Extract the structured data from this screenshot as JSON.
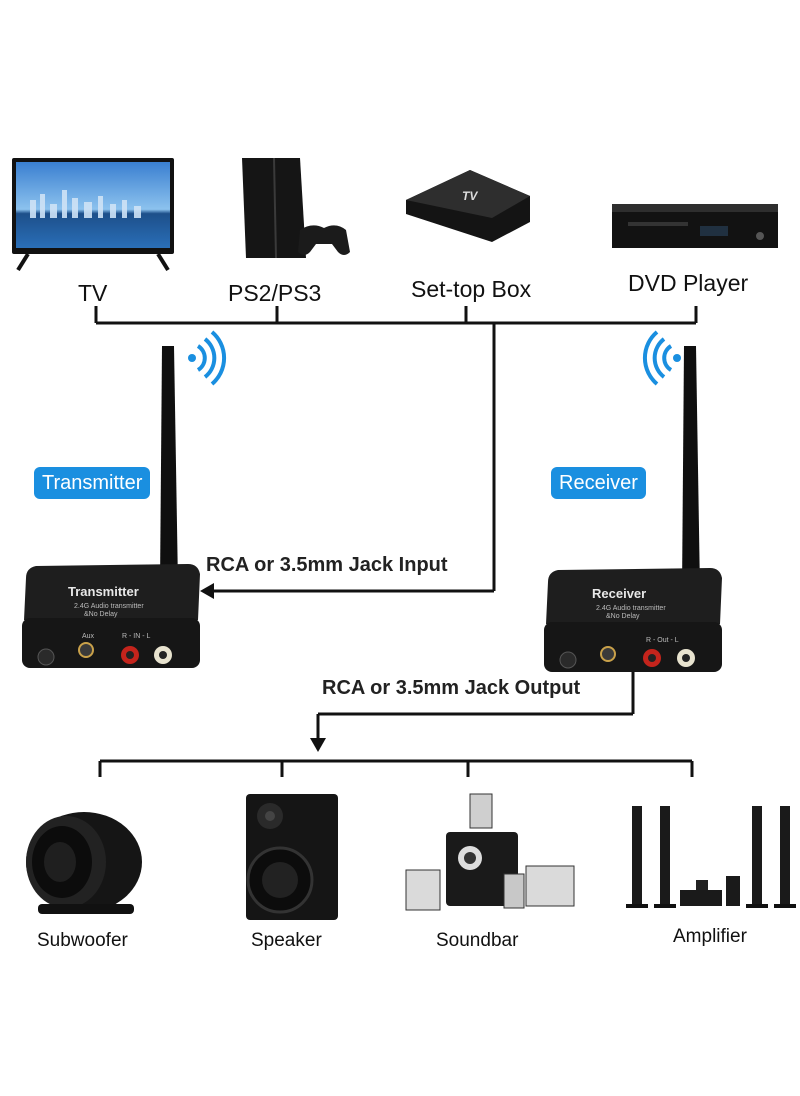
{
  "sources": {
    "tv": "TV",
    "ps": "PS2/PS3",
    "settop": "Set-top Box",
    "dvd": "DVD Player"
  },
  "badges": {
    "transmitter": "Transmitter",
    "receiver": "Receiver"
  },
  "arrows": {
    "input": "RCA or 3.5mm Jack Input",
    "output": "RCA or 3.5mm Jack Output"
  },
  "devices": {
    "transmitter_face": "Transmitter",
    "receiver_face": "Receiver",
    "face_sub": "2.4G Audio transmitter",
    "face_sub2": "&No Delay",
    "aux": "Aux",
    "in_label": "R - IN - L",
    "out_label": "R - Out - L",
    "settop_logo": "TV"
  },
  "outputs": {
    "subwoofer": "Subwoofer",
    "speaker": "Speaker",
    "soundbar": "Soundbar",
    "amplifier": "Amplifier"
  },
  "colors": {
    "accent": "#1a8fe0",
    "line": "#111111",
    "device": "#1c1c1c"
  }
}
